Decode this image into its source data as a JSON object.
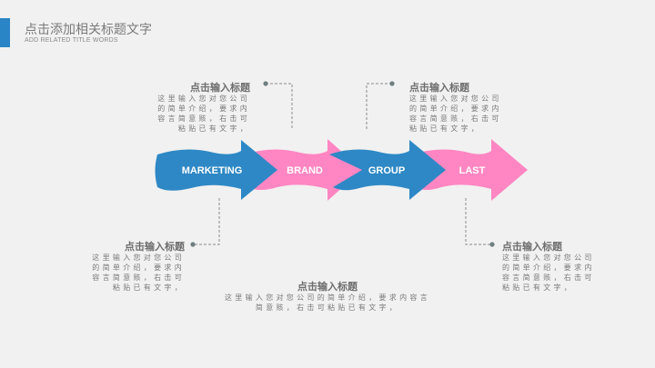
{
  "header": {
    "title": "点击添加相关标题文字",
    "subtitle": "ADD RELATED TITLE WORDS"
  },
  "arrows": [
    {
      "label": "MARKETING",
      "color": "#2e88c5"
    },
    {
      "label": "BRAND",
      "color": "#ff86c2"
    },
    {
      "label": "GROUP",
      "color": "#2e88c5"
    },
    {
      "label": "LAST",
      "color": "#ff86c2"
    }
  ],
  "blocks": {
    "top_left": {
      "title": "点击输入标题",
      "lines": [
        "这里输入您对您公司",
        "的简单介绍，要求内",
        "容言简意赅，右击可",
        "粘贴已有文字，"
      ]
    },
    "top_right": {
      "title": "点击输入标题",
      "lines": [
        "这里输入您对您公司",
        "的简单介绍，要求内",
        "容言简意赅，右击可",
        "粘贴已有文字，"
      ]
    },
    "bottom_left": {
      "title": "点击输入标题",
      "lines": [
        "这里输入您对您公司",
        "的简单介绍，要求内",
        "容言简意赅，右击可",
        "粘贴已有文字，"
      ]
    },
    "bottom_right": {
      "title": "点击输入标题",
      "lines": [
        "这里输入您对您公司",
        "的简单介绍，要求内",
        "容言简意赅，右击可",
        "粘贴已有文字，"
      ]
    },
    "bottom_center": {
      "title": "点击输入标题",
      "lines": [
        "这里输入您对您公司的简单介绍，要求内容言",
        "简意赅，右击可粘贴已有文字，"
      ]
    }
  }
}
